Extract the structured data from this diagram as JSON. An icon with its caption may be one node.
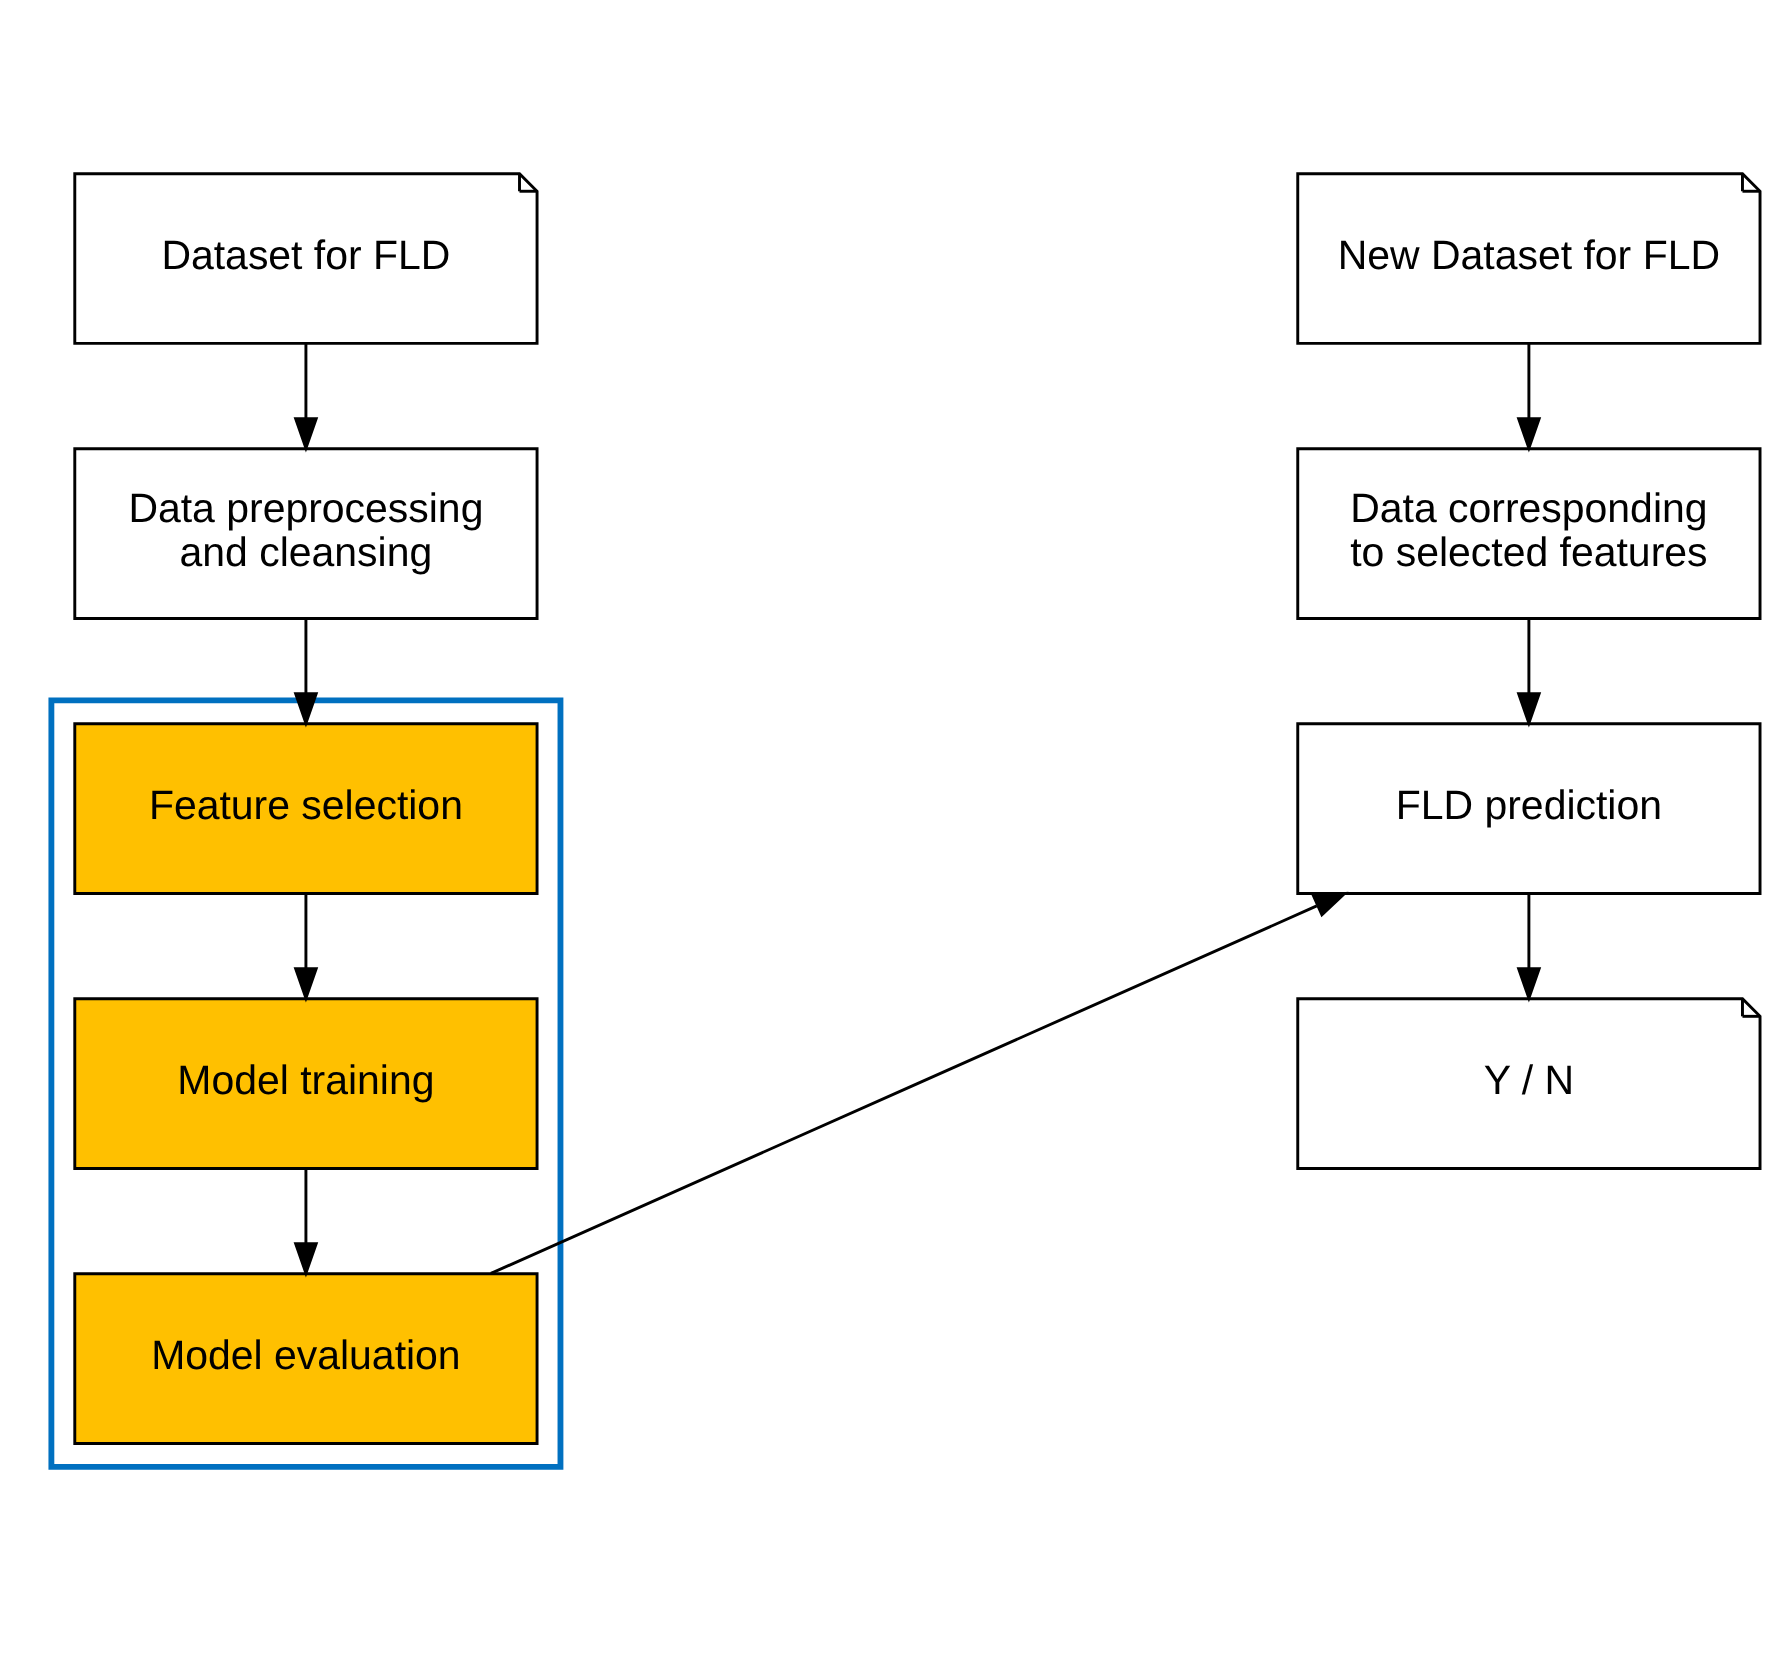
{
  "diagram": {
    "nodes": [
      {
        "text": [
          "Dataset for FLD"
        ]
      },
      {
        "text": [
          "Data preprocessing and cleansing"
        ]
      },
      {
        "text": [],
        "shape": "box"
      },
      {
        "text": [
          "Feature selection"
        ],
        "in": 2
      },
      {
        "text": [
          "Model training"
        ],
        "in": 2
      },
      {
        "text": [
          "Model evaluation"
        ],
        "in": 2
      },
      {
        "text": [
          "New Dataset for FLD"
        ]
      },
      {
        "text": [
          "Data corresponding to selected features"
        ]
      },
      {
        "text": [
          "FLD prediction"
        ]
      },
      {
        "text": [
          "Y / N"
        ]
      }
    ],
    "edges": [
      {
        "from": 0,
        "to": 1,
        "arrow": "to"
      },
      {
        "from": 1,
        "to": 3,
        "arrow": "to"
      },
      {
        "from": 3,
        "to": 4,
        "arrow": "to"
      },
      {
        "from": 4,
        "to": 5,
        "arrow": "to"
      },
      {
        "from": 5,
        "to": 8,
        "arrow": "to"
      },
      {
        "from": 6,
        "to": 7,
        "arrow": "to"
      },
      {
        "from": 7,
        "to": 8,
        "arrow": "to"
      },
      {
        "from": 8,
        "to": 9,
        "arrow": "to"
      }
    ]
  }
}
